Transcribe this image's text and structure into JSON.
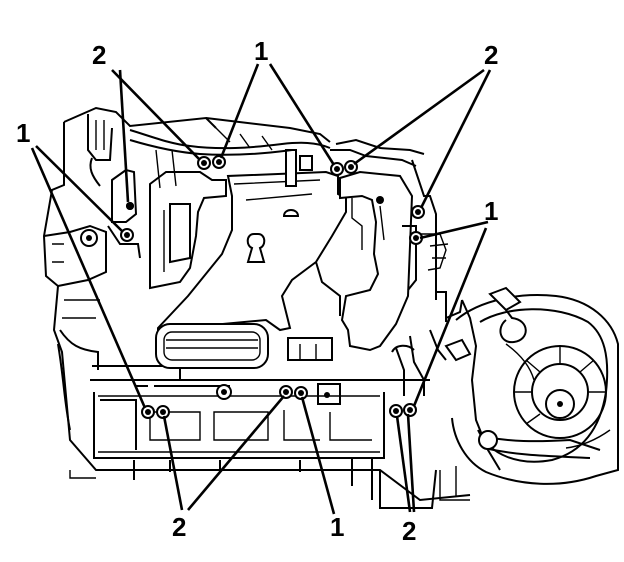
{
  "figure": {
    "callouts": {
      "top_left_2": "2",
      "top_center_1": "1",
      "top_right_2": "2",
      "left_1": "1",
      "right_1": "1",
      "bottom_left_2": "2",
      "bottom_center_1": "1",
      "bottom_right_2": "2"
    }
  }
}
